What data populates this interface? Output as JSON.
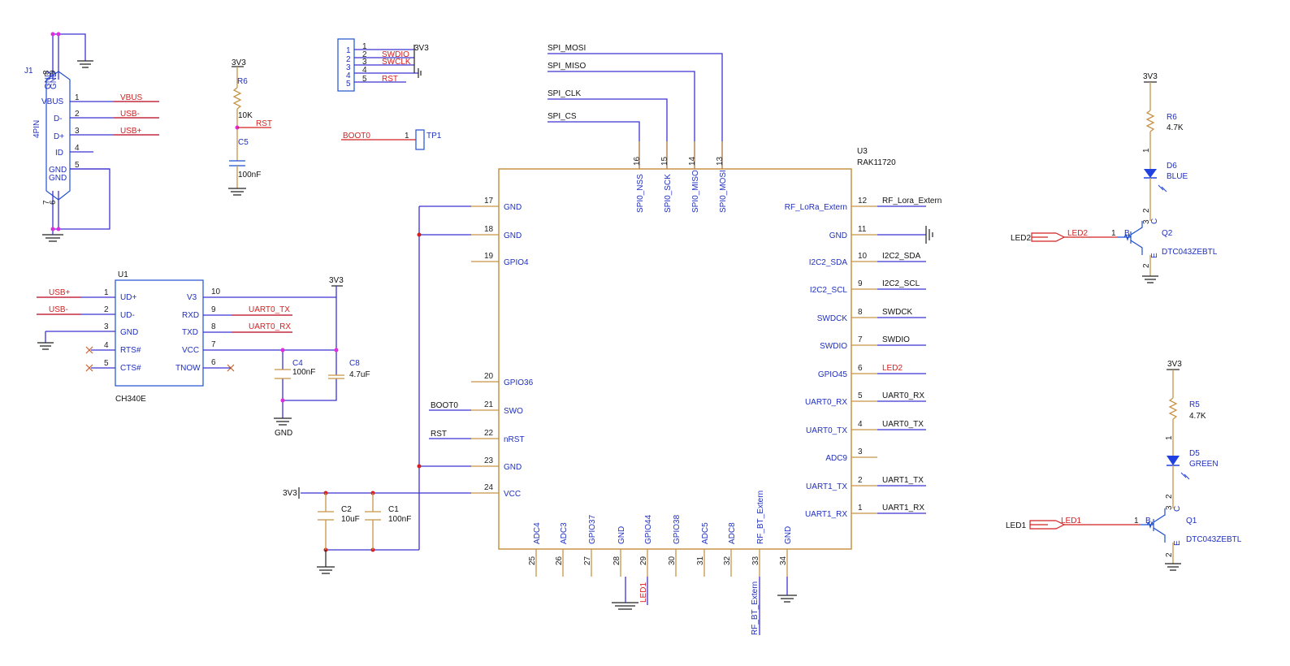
{
  "j1": {
    "ref": "J1",
    "value": "4PIN",
    "pins": [
      "GND",
      "VBUS",
      "D-",
      "D+",
      "ID",
      "GND",
      "GND",
      "GND"
    ],
    "pin_nums": [
      "8",
      "9",
      "1",
      "2",
      "3",
      "4",
      "5",
      "7",
      "6"
    ],
    "nets": [
      "VBUS",
      "USB-",
      "USB+"
    ]
  },
  "swd": {
    "nums": [
      "1",
      "2",
      "3",
      "4",
      "5"
    ],
    "pins": [
      "1",
      "2",
      "3",
      "4",
      "5"
    ],
    "nets": [
      "SWDIO",
      "SWCLK",
      "RST"
    ],
    "pwr": "3V3"
  },
  "r6a": {
    "pwr": "3V3",
    "ref": "R6",
    "value": "10K",
    "net": "RST",
    "cap_ref": "C5",
    "cap_value": "100nF"
  },
  "tp1": {
    "net": "BOOT0",
    "num": "1",
    "ref": "TP1"
  },
  "u1": {
    "ref": "U1",
    "part": "CH340E",
    "pins_left": [
      "UD+",
      "UD-",
      "GND",
      "RTS#",
      "CTS#"
    ],
    "nums_left": [
      "1",
      "2",
      "3",
      "4",
      "5"
    ],
    "pins_right": [
      "V3",
      "RXD",
      "TXD",
      "VCC",
      "TNOW"
    ],
    "nums_right": [
      "10",
      "9",
      "8",
      "7",
      "6"
    ],
    "nets": [
      "USB+",
      "USB-",
      "UART0_TX",
      "UART0_RX"
    ],
    "pwr": "3V3",
    "c4": {
      "ref": "C4",
      "value": "100nF"
    },
    "c8": {
      "ref": "C8",
      "value": "4.7uF"
    },
    "gnd": "GND"
  },
  "u3": {
    "ref": "U3",
    "part": "RAK11720",
    "left_pins": [
      {
        "n": "17",
        "name": "GND"
      },
      {
        "n": "18",
        "name": "GND"
      },
      {
        "n": "19",
        "name": "GPIO4"
      },
      {
        "n": "20",
        "name": "GPIO36"
      },
      {
        "n": "21",
        "name": "SWO"
      },
      {
        "n": "22",
        "name": "nRST"
      },
      {
        "n": "23",
        "name": "GND"
      },
      {
        "n": "24",
        "name": "VCC"
      }
    ],
    "left_nets": [
      "BOOT0",
      "RST",
      "3V3"
    ],
    "top_pins": [
      {
        "n": "16",
        "name": "SPI0_NSS",
        "net": "SPI_CS"
      },
      {
        "n": "15",
        "name": "SPI0_SCK",
        "net": "SPI_CLK"
      },
      {
        "n": "14",
        "name": "SPI0_MISO",
        "net": "SPI_MISO"
      },
      {
        "n": "13",
        "name": "SPI0_MOSI",
        "net": "SPI_MOSI"
      }
    ],
    "right_pins": [
      {
        "n": "12",
        "name": "RF_LoRa_Extern",
        "net": "RF_Lora_Extern"
      },
      {
        "n": "11",
        "name": "GND",
        "net": ""
      },
      {
        "n": "10",
        "name": "I2C2_SDA",
        "net": "I2C2_SDA"
      },
      {
        "n": "9",
        "name": "I2C2_SCL",
        "net": "I2C2_SCL"
      },
      {
        "n": "8",
        "name": "SWDCK",
        "net": "SWDCK"
      },
      {
        "n": "7",
        "name": "SWDIO",
        "net": "SWDIO"
      },
      {
        "n": "6",
        "name": "GPIO45",
        "net": "LED2"
      },
      {
        "n": "5",
        "name": "UART0_RX",
        "net": "UART0_RX"
      },
      {
        "n": "4",
        "name": "UART0_TX",
        "net": "UART0_TX"
      },
      {
        "n": "3",
        "name": "ADC9",
        "net": ""
      },
      {
        "n": "2",
        "name": "UART1_TX",
        "net": "UART1_TX"
      },
      {
        "n": "1",
        "name": "UART1_RX",
        "net": "UART1_RX"
      }
    ],
    "bottom_pins": [
      {
        "n": "25",
        "name": "ADC4"
      },
      {
        "n": "26",
        "name": "ADC3"
      },
      {
        "n": "27",
        "name": "GPIO37"
      },
      {
        "n": "28",
        "name": "GND"
      },
      {
        "n": "29",
        "name": "GPIO44"
      },
      {
        "n": "30",
        "name": "GPIO38"
      },
      {
        "n": "31",
        "name": "ADC5"
      },
      {
        "n": "32",
        "name": "ADC8"
      },
      {
        "n": "33",
        "name": "RF_BT_Extern"
      },
      {
        "n": "34",
        "name": "GND"
      }
    ],
    "bottom_nets": [
      "LED1",
      "RF_BT_Extern"
    ],
    "c2": {
      "ref": "C2",
      "value": "10uF"
    },
    "c1": {
      "ref": "C1",
      "value": "100nF"
    }
  },
  "led2": {
    "pwr": "3V3",
    "r_ref": "R6",
    "r_value": "4.7K",
    "d_ref": "D6",
    "d_value": "BLUE",
    "q_ref": "Q2",
    "q_value": "DTC043ZEBTL",
    "port": "LED2",
    "net": "LED2",
    "pin_b": "1",
    "pin_c": "3",
    "pin_c2": "2",
    "pin_e": "2",
    "pin_r": "1",
    "pin_d": "2",
    "bce": [
      "B",
      "C",
      "E"
    ]
  },
  "led1": {
    "pwr": "3V3",
    "r_ref": "R5",
    "r_value": "4.7K",
    "d_ref": "D5",
    "d_value": "GREEN",
    "q_ref": "Q1",
    "q_value": "DTC043ZEBTL",
    "port": "LED1",
    "net": "LED1",
    "pin_b": "1",
    "pin_c": "3",
    "pin_c2": "2",
    "pin_e": "2",
    "pin_r": "1",
    "pin_d": "2",
    "bce": [
      "B",
      "C",
      "E"
    ]
  }
}
